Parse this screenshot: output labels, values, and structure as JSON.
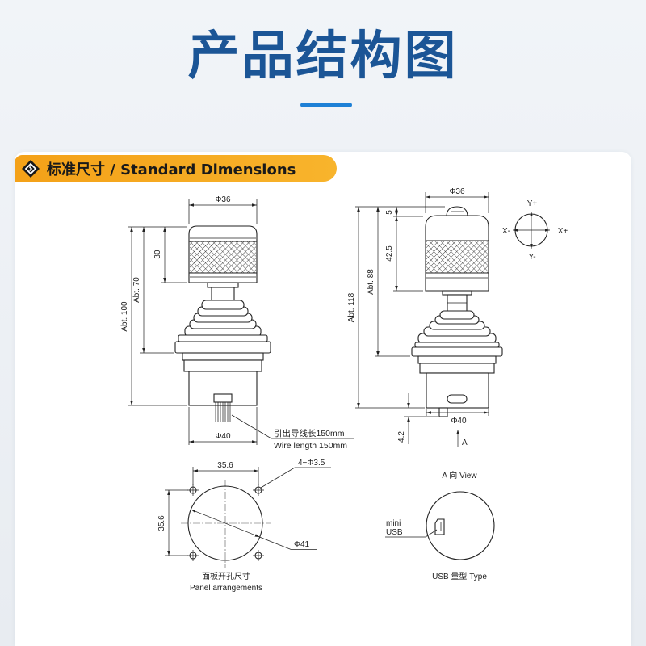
{
  "page": {
    "title": "产品结构图"
  },
  "section": {
    "label": "标准尺寸 / Standard Dimensions",
    "icon": "diamond-icon"
  },
  "colors": {
    "title": "#1b5596",
    "accent": "#1e80d6",
    "section_bg": "#f6a820",
    "drawing_line": "#222222",
    "card": "#ffffff"
  },
  "front_view": {
    "knob_diameter": "Φ36",
    "knob_height": "30",
    "height_above_panel": "Abt. 70",
    "total_height": "Abt. 100",
    "body_diameter": "Φ40",
    "wire_note_cn": "引出导线长150mm",
    "wire_note_en": "Wire length 150mm"
  },
  "side_view": {
    "knob_diameter": "Φ36",
    "cap_height": "5",
    "knob_height": "42.5",
    "height_above_panel": "Abt. 88",
    "total_height": "Abt. 118",
    "body_diameter": "Φ40",
    "usb_offset": "4.2",
    "view_arrow_label": "A"
  },
  "axes": {
    "y_plus": "Y+",
    "x_minus": "X-",
    "x_plus": "X+",
    "y_minus": "Y-"
  },
  "panel_cutout": {
    "hole_pitch_horizontal": "35.6",
    "hole_pitch_vertical": "35.6",
    "mounting_holes": "4−Φ3.5",
    "cutout_diameter": "Φ41",
    "caption_cn": "面板开孔尺寸",
    "caption_en": "Panel arrangements"
  },
  "a_view": {
    "title": "A 向 View",
    "usb_label_line1": "mini",
    "usb_label_line2": "USB",
    "caption": "USB 量型 Type"
  }
}
